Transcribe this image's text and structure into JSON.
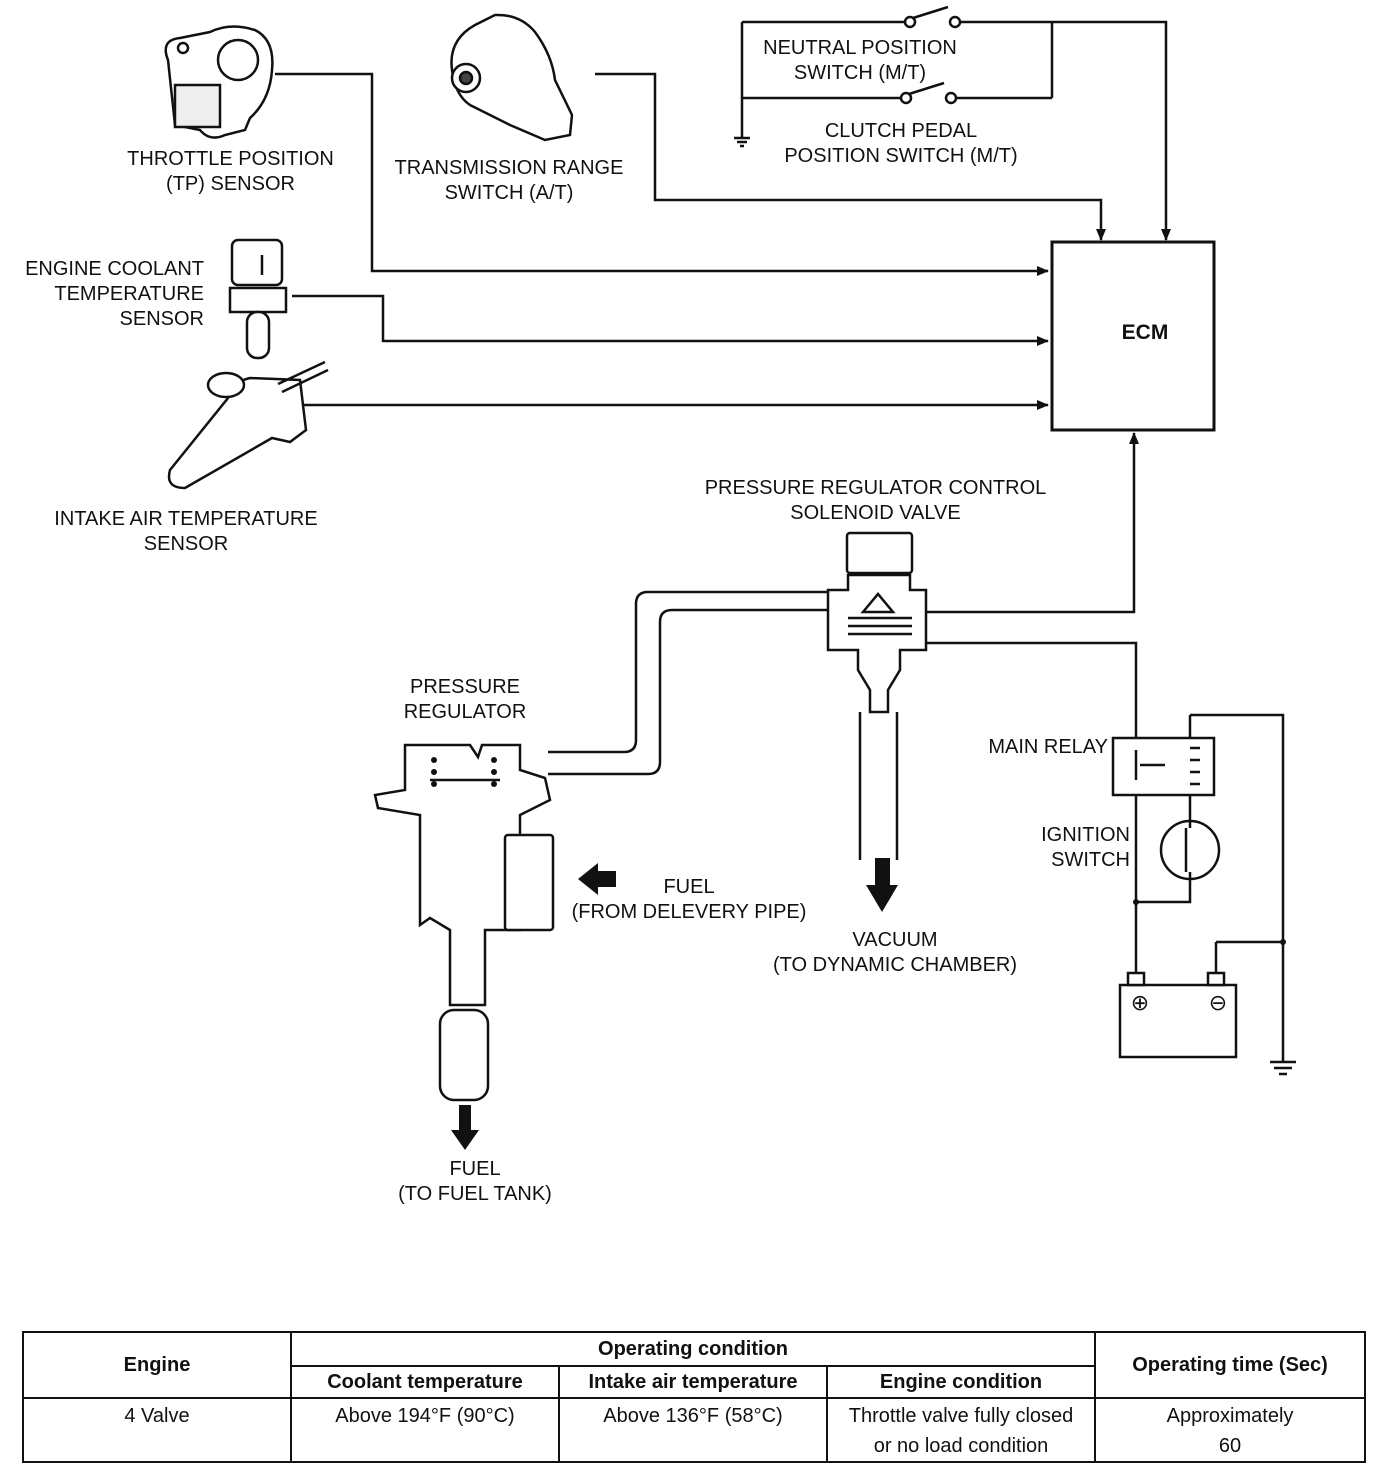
{
  "labels": {
    "tp_sensor": [
      "THROTTLE POSITION",
      "(TP) SENSOR"
    ],
    "trans_range": [
      "TRANSMISSION RANGE",
      "SWITCH (A/T)"
    ],
    "neutral_switch": [
      "NEUTRAL POSITION",
      "SWITCH (M/T)"
    ],
    "clutch_switch": [
      "CLUTCH PEDAL",
      "POSITION SWITCH (M/T)"
    ],
    "ect_sensor": [
      "ENGINE COOLANT",
      "TEMPERATURE",
      "SENSOR"
    ],
    "iat_sensor": [
      "INTAKE AIR TEMPERATURE",
      "SENSOR"
    ],
    "ecm": "ECM",
    "solenoid": [
      "PRESSURE REGULATOR CONTROL",
      "SOLENOID VALVE"
    ],
    "pressure_reg": [
      "PRESSURE",
      "REGULATOR"
    ],
    "main_relay": "MAIN RELAY",
    "ignition": [
      "IGNITION",
      "SWITCH"
    ],
    "fuel_in": [
      "FUEL",
      "(FROM DELEVERY PIPE)"
    ],
    "vacuum": [
      "VACUUM",
      "(TO DYNAMIC CHAMBER)"
    ],
    "fuel_out": [
      "FUEL",
      "(TO FUEL TANK)"
    ],
    "battery_pos": "⊕",
    "battery_neg": "⊖"
  },
  "table": {
    "engine_header": "Engine",
    "operating_condition_header": "Operating condition",
    "operating_time_header": "Operating time (Sec)",
    "sub_headers": [
      "Coolant temperature",
      "Intake air temperature",
      "Engine condition"
    ],
    "row": {
      "engine": "4 Valve",
      "coolant": "Above 194°F (90°C)",
      "intake": "Above 136°F (58°C)",
      "engine_condition": [
        "Throttle valve fully closed",
        "or no load condition"
      ],
      "operating_time": [
        "Approximately",
        "60"
      ]
    }
  }
}
